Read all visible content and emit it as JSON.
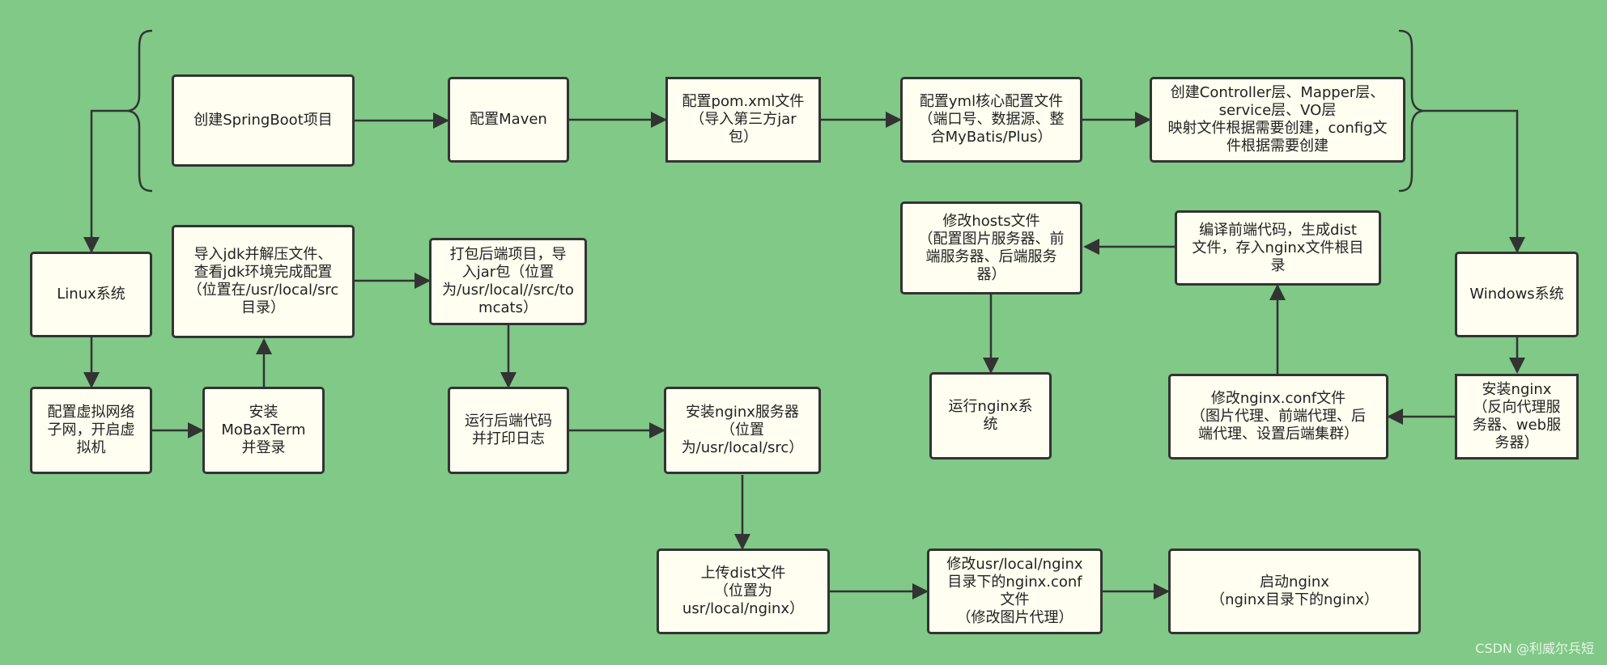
{
  "colors": {
    "background": "#80c987",
    "node_fill": "#fffef0",
    "stroke": "#333333"
  },
  "nodes": {
    "springboot": "创建SpringBoot项目",
    "maven": "配置Maven",
    "pom": "配置pom.xml文件\n（导入第三方jar\n包）",
    "yml": "配置yml核心配置文件\n（端口号、数据源、整\n合MyBatis/Plus）",
    "controller": "创建Controller层、Mapper层、\nservice层、VO层\n映射文件根据需要创建，config文\n件根据需要创建",
    "linux": "Linux系统",
    "jdk": "导入jdk并解压文件、\n查看jdk环境完成配置\n（位置在/usr/local/src\n目录）",
    "jar": "打包后端项目，导\n入jar包（位置\n为/usr/local//src/to\nmcats）",
    "hosts": "修改hosts文件\n（配置图片服务器、前\n端服务器、后端服务\n器）",
    "compile": "编译前端代码，生成dist\n文件，存入nginx文件根目\n录",
    "windows": "Windows系统",
    "vnet": "配置虚拟网络\n子网，开启虚\n拟机",
    "mobax": "安装\nMoBaxTerm\n并登录",
    "runback": "运行后端代码\n并打印日志",
    "nginx_install": "安装nginx服务器\n（位置\n为/usr/local/src）",
    "runnginx": "运行nginx系\n统",
    "nginxconf": "修改nginx.conf文件\n（图片代理、前端代理、后\n端代理、设置后端集群）",
    "nginx_win": "安装nginx\n（反向代理服\n务器、web服\n务器）",
    "dist": "上传dist文件\n（位置为\nusr/local/nginx）",
    "usrconf": "修改usr/local/nginx\n目录下的nginx.conf\n文件\n（修改图片代理）",
    "start": "启动nginx\n（nginx目录下的nginx）"
  },
  "watermark": "CSDN @利威尔兵短"
}
